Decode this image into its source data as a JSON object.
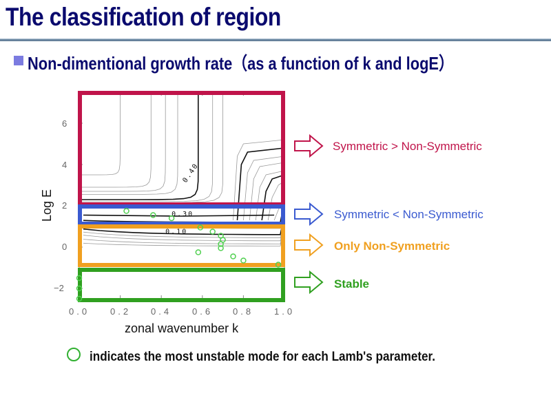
{
  "slide": {
    "title": "The classification of region",
    "subtitle": "Non-dimentional growth rate（as a function of k and logE）",
    "note": "indicates the most unstable mode for each Lamb's parameter."
  },
  "regions": [
    {
      "label": "Symmetric > Non-Symmetric",
      "color": "#c0144a",
      "logE_range": [
        2.1,
        7.5
      ]
    },
    {
      "label": "Symmetric < Non-Symmetric",
      "color": "#3a5ad0",
      "logE_range": [
        1.15,
        2.0
      ]
    },
    {
      "label": "Only Non-Symmetric",
      "color": "#f0a020",
      "logE_range": [
        -0.9,
        1.0
      ]
    },
    {
      "label": "Stable",
      "color": "#30a020",
      "logE_range": [
        -2.5,
        -1.15
      ]
    }
  ],
  "chart_data": {
    "type": "contour",
    "xlabel": "zonal wavenumber k",
    "ylabel": "Log E",
    "xlim": [
      0,
      1
    ],
    "ylim": [
      -2.5,
      7.5
    ],
    "xticks": [
      "0.0",
      "0.2",
      "0.4",
      "0.6",
      "0.8",
      "1.0"
    ],
    "yticks": [
      "−2",
      "0",
      "2",
      "4",
      "6"
    ],
    "contour_labels": [
      "0.40",
      "0.30",
      "0.10"
    ],
    "unstable_modes": [
      [
        0.23,
        1.75
      ],
      [
        0.36,
        1.55
      ],
      [
        0.45,
        1.4
      ],
      [
        0.59,
        0.95
      ],
      [
        0.65,
        0.75
      ],
      [
        0.69,
        0.55
      ],
      [
        0.7,
        0.35
      ],
      [
        0.69,
        0.15
      ],
      [
        0.69,
        -0.05
      ],
      [
        0.58,
        -0.25
      ],
      [
        0.75,
        -0.45
      ],
      [
        0.8,
        -0.65
      ],
      [
        0.97,
        -0.85
      ],
      [
        0,
        -1.5
      ],
      [
        0,
        -2
      ],
      [
        0,
        -2.5
      ]
    ]
  }
}
